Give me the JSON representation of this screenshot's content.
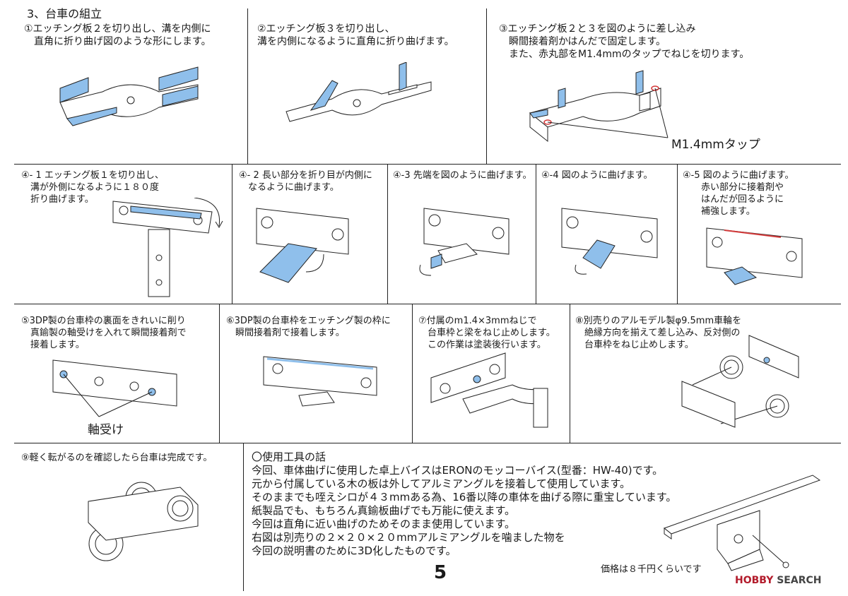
{
  "section_title": "3、台車の組立",
  "steps": [
    {
      "label": "①エッチング板２を切り出し、溝を内側に\n　直角に折り曲げ図のような形にします。"
    },
    {
      "label": "②エッチング板３を切り出し、\n溝を内側になるように直角に折り曲げます。"
    },
    {
      "label": "③エッチング板２と３を図のように差し込み\n　瞬間接着剤かはんだで固定します。\n　また、赤丸部をM1.4mmのタップでねじを切ります。"
    },
    {
      "label": "④- 1 エッチング板１を切り出し、\n　溝が外側になるように１８０度\n　折り曲げます。"
    },
    {
      "label": "④- 2 長い部分を折り目が内側に\n　なるように曲げます。"
    },
    {
      "label": "④-3 先端を図のように曲げます。"
    },
    {
      "label": "④-4 図のように曲げます。"
    },
    {
      "label": "④-5 図のように曲げます。\n　　赤い部分に接着剤や\n　　はんだが回るように\n　　補強します。"
    },
    {
      "label": "⑤3DP製の台車枠の裏面をきれいに削り\n　真鍮製の軸受けを入れて瞬間接着剤で\n　接着します。"
    },
    {
      "label": "⑥3DP製の台車枠をエッチング製の枠に\n　瞬間接着剤で接着します。"
    },
    {
      "label": "⑦付属のm1.4×3mmねじで\n　台車枠と梁をねじ止めします。\n　この作業は塗装後行います。"
    },
    {
      "label": "⑧別売りのアルモデル製φ9.5mm車輪を\n　絶縁方向を揃えて差し込み、反対側の\n　台車枠をねじ止めします。"
    },
    {
      "label": "⑨軽く転がるのを確認したら台車は完成です。"
    }
  ],
  "callouts": {
    "tap": "M1.4mmタップ",
    "bearing": "軸受け"
  },
  "tools": {
    "heading": "〇使用工具の話",
    "lines": [
      "今回、車体曲げに使用した卓上バイスはERONのモッコーバイス(型番：HW-40)です。",
      "元から付属している木の板は外してアルミアングルを接着して使用しています。",
      "そのままでも咥えシロが４３mmある為、16番以降の車体を曲げる際に重宝しています。",
      "紙製品でも、もちろん真鍮板曲げでも万能に使えます。",
      "今回は直角に近い曲げのためそのまま使用しています。",
      "右図は別売りの２×２０×２０mmアルミアングルを噛ました物を",
      "今回の説明書のために3D化したものです。"
    ],
    "price": "価格は８千円くらいです"
  },
  "page_number": "5",
  "watermark": {
    "brand": "HOBBY",
    "suffix": "SEARCH"
  },
  "colors": {
    "accent_blue": "#7fb2e5",
    "accent_red": "#d23a3a",
    "line": "#222222"
  }
}
